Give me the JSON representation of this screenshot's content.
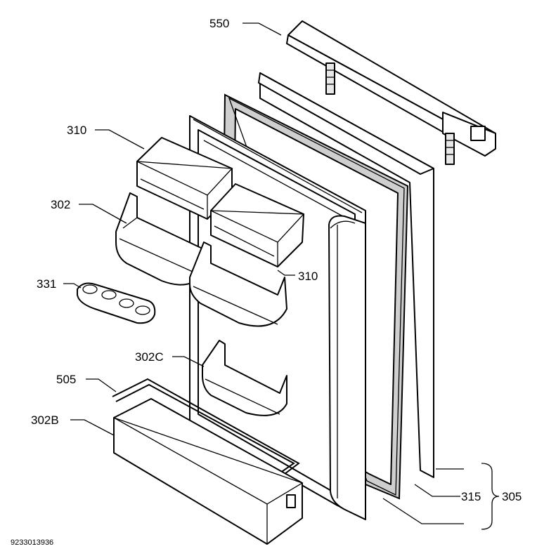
{
  "labels": {
    "trim_strip": "550",
    "shelf_cover_upper": "310",
    "shelf_cover_lower": "310",
    "door_shelf": "302",
    "egg_tray": "331",
    "door_shelf_c": "302C",
    "bottle_retainer": "505",
    "bottle_shelf": "302B",
    "gasket": "315",
    "door_assembly": "305"
  },
  "drawing_code": "9233013936"
}
